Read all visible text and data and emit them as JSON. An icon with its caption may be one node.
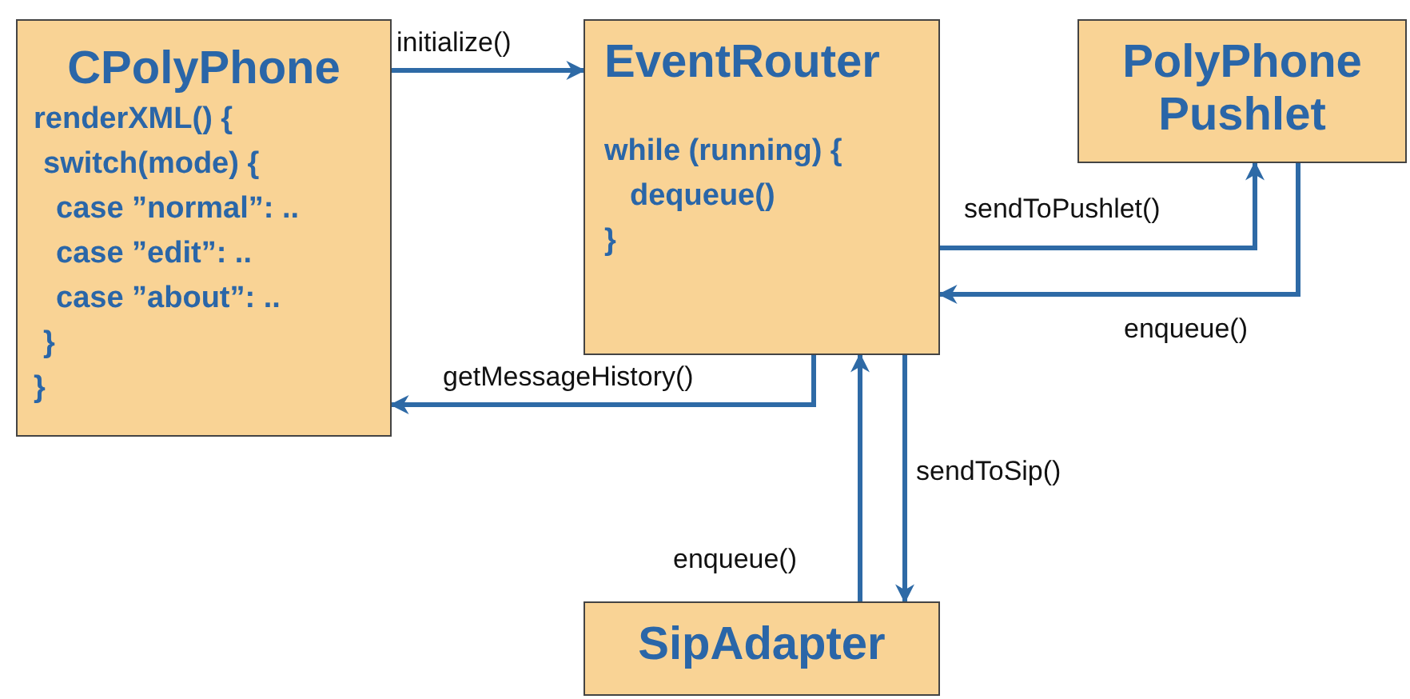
{
  "diagram": {
    "nodes": [
      {
        "text": [
          "CPolyPhone",
          "renderXML() {",
          "switch(mode) {",
          "case ”normal”: ..",
          "case ”edit”: ..",
          "case ”about”: ..",
          "}",
          "}"
        ]
      },
      {
        "text": [
          "EventRouter",
          "while (running) {",
          "dequeue()",
          "}"
        ]
      },
      {
        "text": [
          "PolyPhone Pushlet"
        ]
      },
      {
        "text": [
          "SipAdapter"
        ]
      }
    ],
    "edges": [
      {
        "from": 0,
        "to": 1,
        "arrow": "to",
        "label": "initialize()"
      },
      {
        "from": 1,
        "to": 0,
        "arrow": "to",
        "label": "getMessageHistory()"
      },
      {
        "from": 1,
        "to": 2,
        "arrow": "to",
        "label": "sendToPushlet()"
      },
      {
        "from": 2,
        "to": 1,
        "arrow": "to",
        "label": "enqueue()"
      },
      {
        "from": 1,
        "to": 3,
        "arrow": "to",
        "label": "sendToSip()"
      },
      {
        "from": 3,
        "to": 1,
        "arrow": "to",
        "label": "enqueue()"
      }
    ]
  }
}
